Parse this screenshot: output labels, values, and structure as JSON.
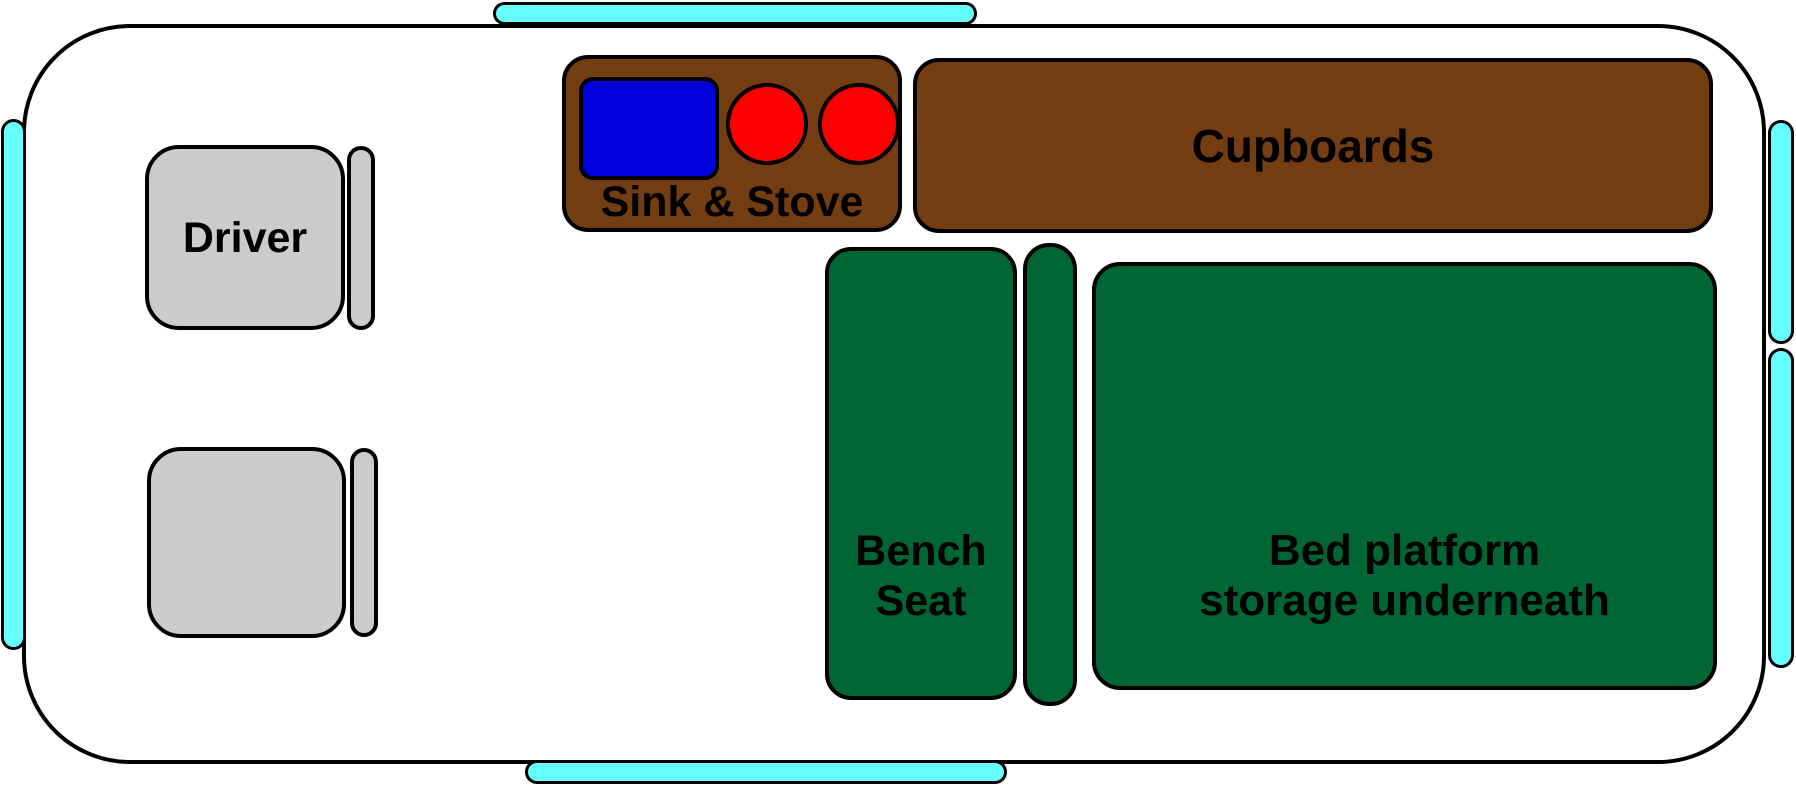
{
  "diagram": {
    "labels": {
      "driver": "Driver",
      "sink_stove": "Sink & Stove",
      "cupboards": "Cupboards",
      "bench": "Bench\nSeat",
      "bed": "Bed platform\nstorage underneath"
    },
    "colors": {
      "background": "#FFFFFF",
      "van_fill": "#FFFFFF",
      "outline": "#000000",
      "window": "#66FFFF",
      "seat": "#CCCCCC",
      "cabinet": "#743D12",
      "sink": "#0000DB",
      "burner": "#FF0000",
      "furniture": "#006633"
    }
  }
}
